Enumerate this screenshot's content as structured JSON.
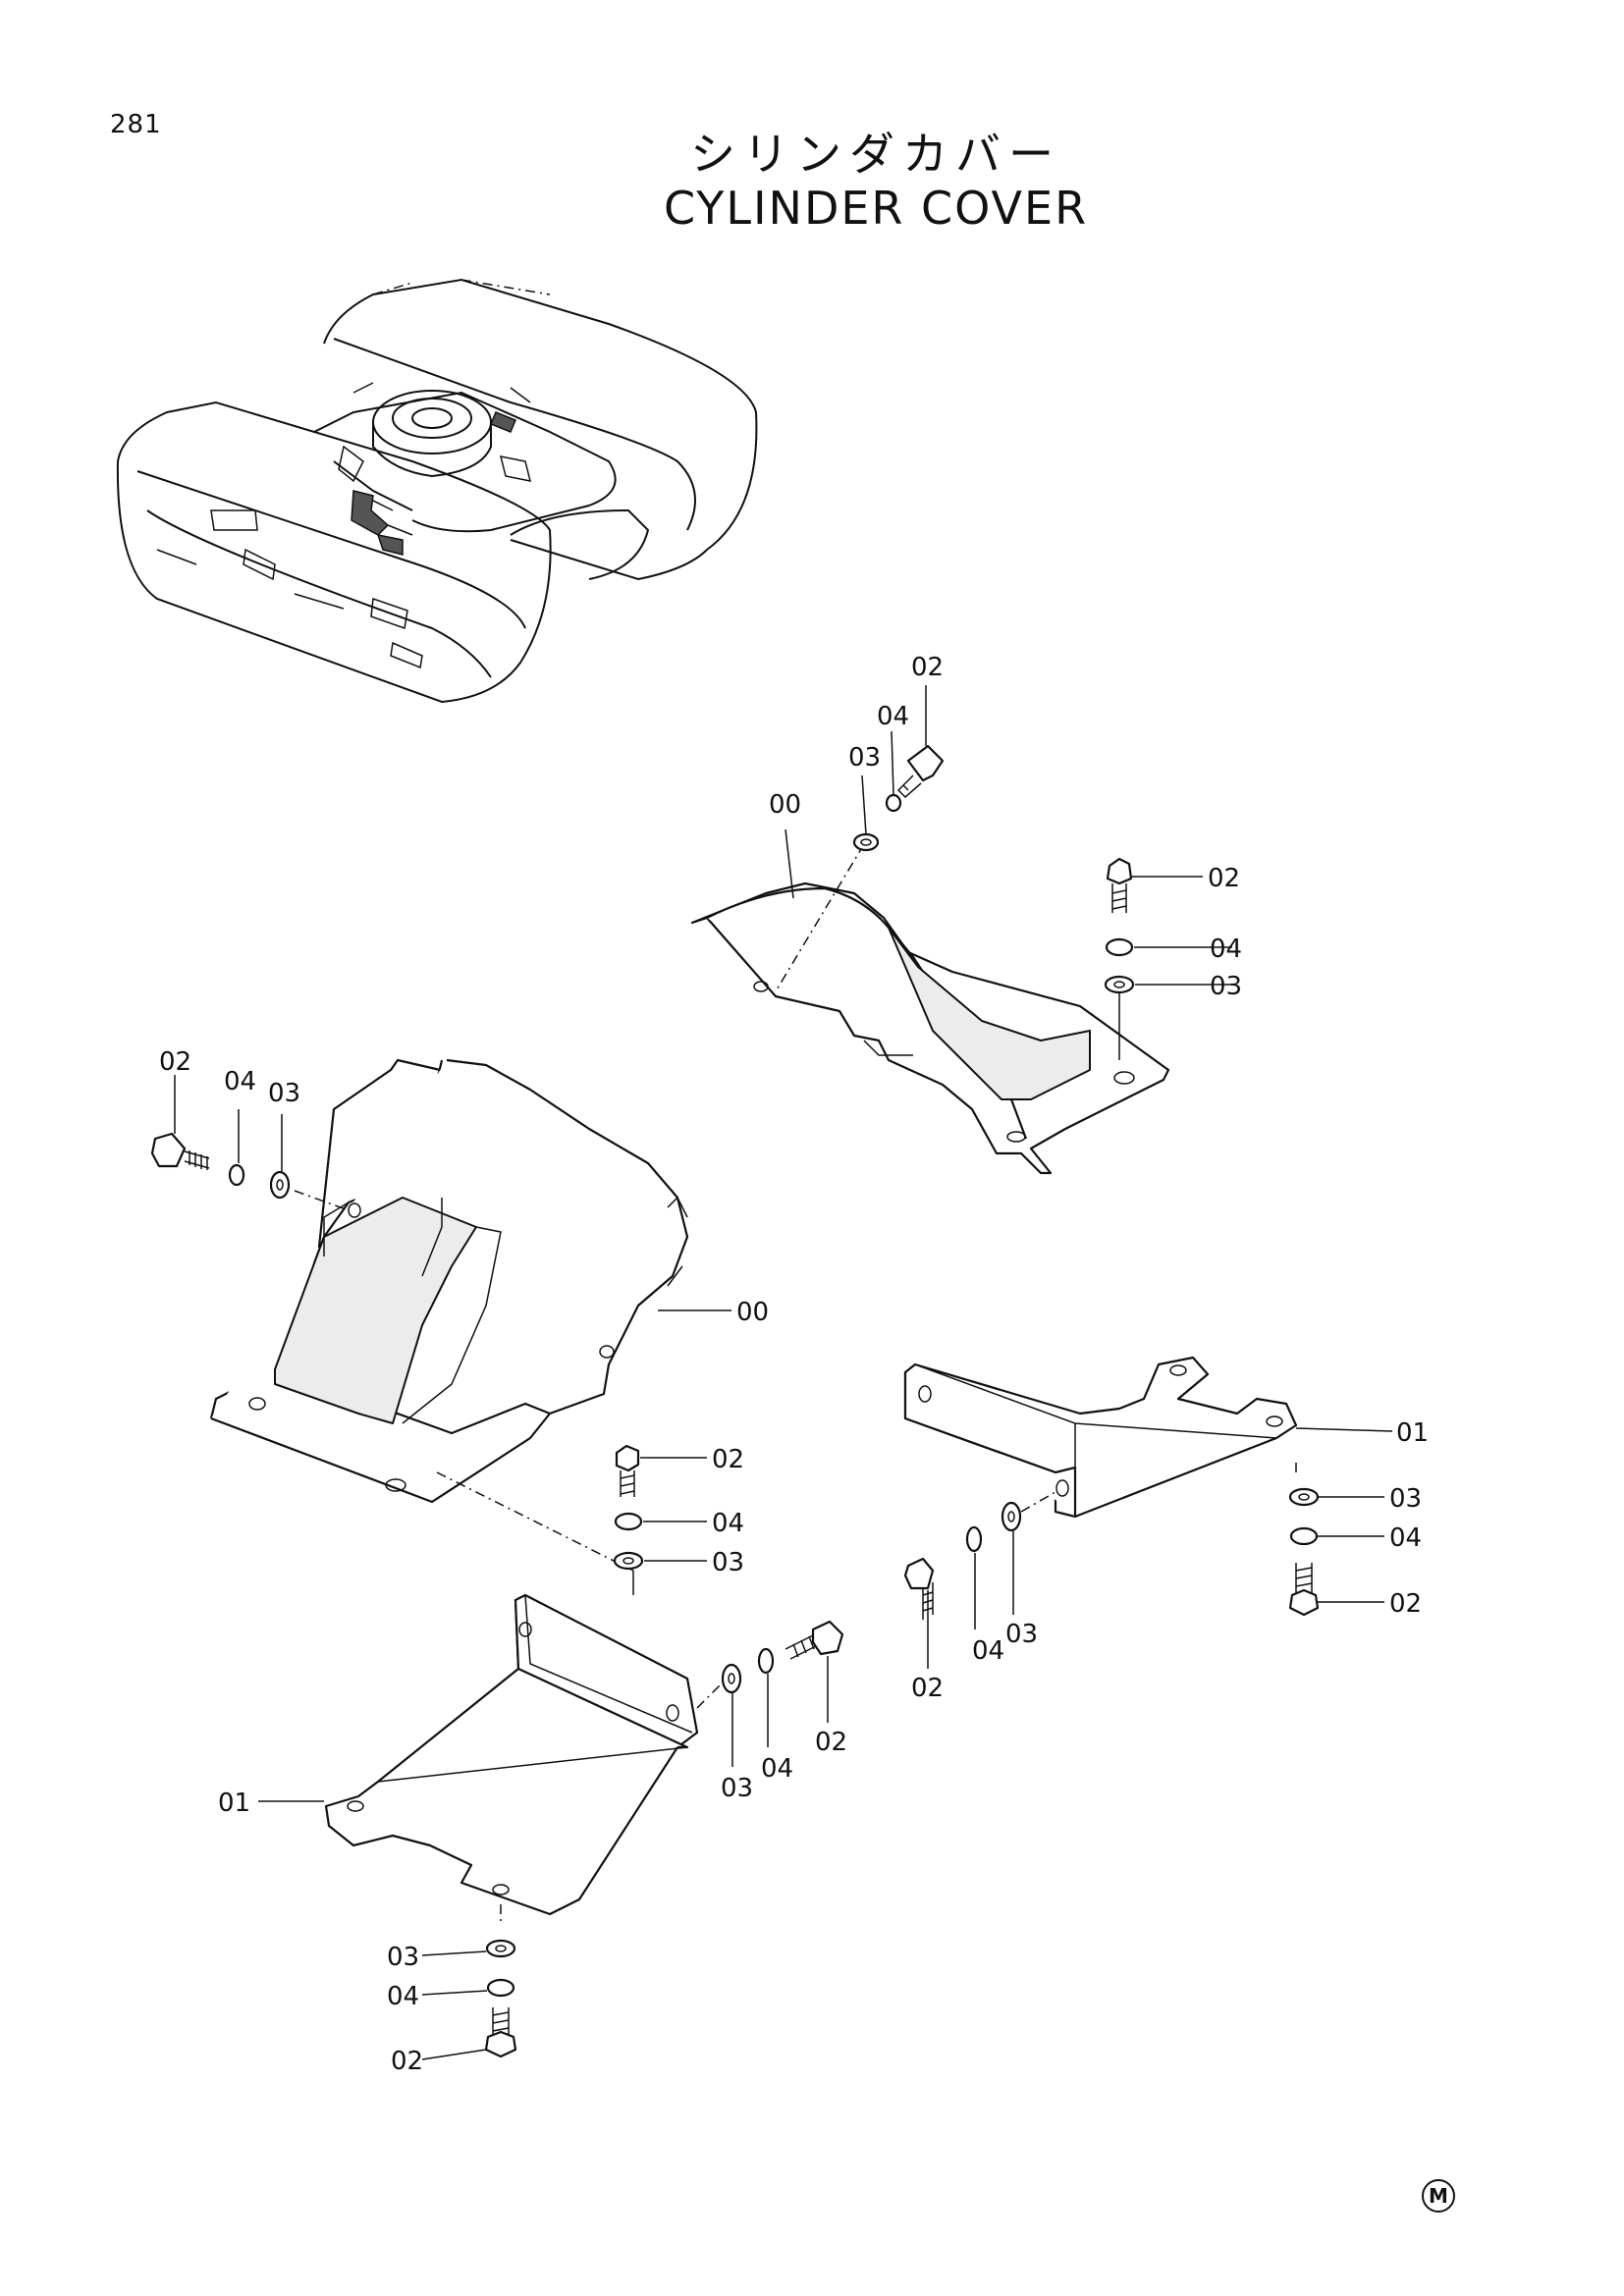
{
  "page_number": "281",
  "title_japanese": "シリンダカバー",
  "title_english": "CYLINDER COVER",
  "trademark_mark": "M",
  "callouts": {
    "a00": "00",
    "a02": "02",
    "a03": "03",
    "a04": "04",
    "b02": "02",
    "b04": "04",
    "b03": "03",
    "c02": "02",
    "c04": "04",
    "c03": "03",
    "c00": "00",
    "d02": "02",
    "d04": "04",
    "d03": "03",
    "e01": "01",
    "e03": "03",
    "e04": "04",
    "e02": "02",
    "f02": "02",
    "f04": "04",
    "f03": "03",
    "g03": "03",
    "g04": "04",
    "g02": "02",
    "h01": "01",
    "h03": "03",
    "h04": "04",
    "h02": "02"
  }
}
